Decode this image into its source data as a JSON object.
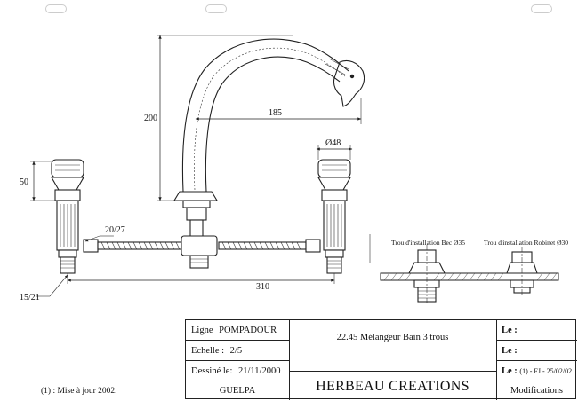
{
  "punch_holes": 3,
  "dimensions": {
    "height_spout": "200",
    "reach_spout": "185",
    "diameter_handle": "Ø48",
    "handle_height": "50",
    "connector": "20/27",
    "spacing": "310",
    "inlet": "15/21"
  },
  "details": {
    "spout_hole": "Trou d'installation Bec Ø35",
    "tap_hole": "Trou d'installation Robinet Ø30"
  },
  "title_block": {
    "ligne_label": "Ligne",
    "ligne_value": "POMPADOUR",
    "echelle_label": "Echelle :",
    "echelle_value": "2/5",
    "dessine_label": "Dessiné le:",
    "dessine_value": "21/11/2000",
    "author": "GUELPA",
    "product": "22.45 Mélangeur Bain 3 trous",
    "brand": "HERBEAU CREATIONS",
    "le1": "Le :",
    "le2": "Le :",
    "le3_label": "Le :",
    "le3_value": "(1) - FJ - 25/02/02",
    "modifications": "Modifications"
  },
  "footnote": "(1) : Mise à jour 2002."
}
